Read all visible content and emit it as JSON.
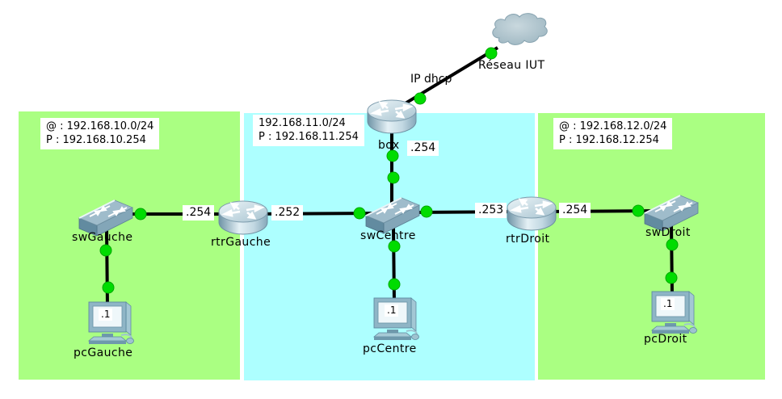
{
  "regions": {
    "left": {
      "address_line1": "@ : 192.168.10.0/24",
      "address_line2": "P : 192.168.10.254",
      "color": "#aaff82"
    },
    "center": {
      "address_line1": "192.168.11.0/24",
      "address_line2": "P : 192.168.11.254",
      "color": "#adffff"
    },
    "right": {
      "address_line1": "@ : 192.168.12.0/24",
      "address_line2": "P : 192.168.12.254",
      "color": "#aaff82"
    }
  },
  "devices": {
    "cloud": {
      "label": "Réseau IUT"
    },
    "box": {
      "label": "box",
      "port_lan": ".254"
    },
    "rtrGauche": {
      "label": "rtrGauche",
      "port_left": ".254",
      "port_right": ".252"
    },
    "rtrDroit": {
      "label": "rtrDroit",
      "port_left": ".253",
      "port_right": ".254"
    },
    "swGauche": {
      "label": "swGauche"
    },
    "swCentre": {
      "label": "swCentre"
    },
    "swDroit": {
      "label": "swDroit"
    },
    "pcGauche": {
      "label": "pcGauche",
      "ip": ".1"
    },
    "pcCentre": {
      "label": "pcCentre",
      "ip": ".1"
    },
    "pcDroit": {
      "label": "pcDroit",
      "ip": ".1"
    }
  },
  "annotations": {
    "ip_dhcp": "IP dhcp"
  },
  "colors": {
    "link": "#000000",
    "link_status_up": "#00dc00",
    "region_green": "#aaff82",
    "region_cyan": "#adffff"
  }
}
